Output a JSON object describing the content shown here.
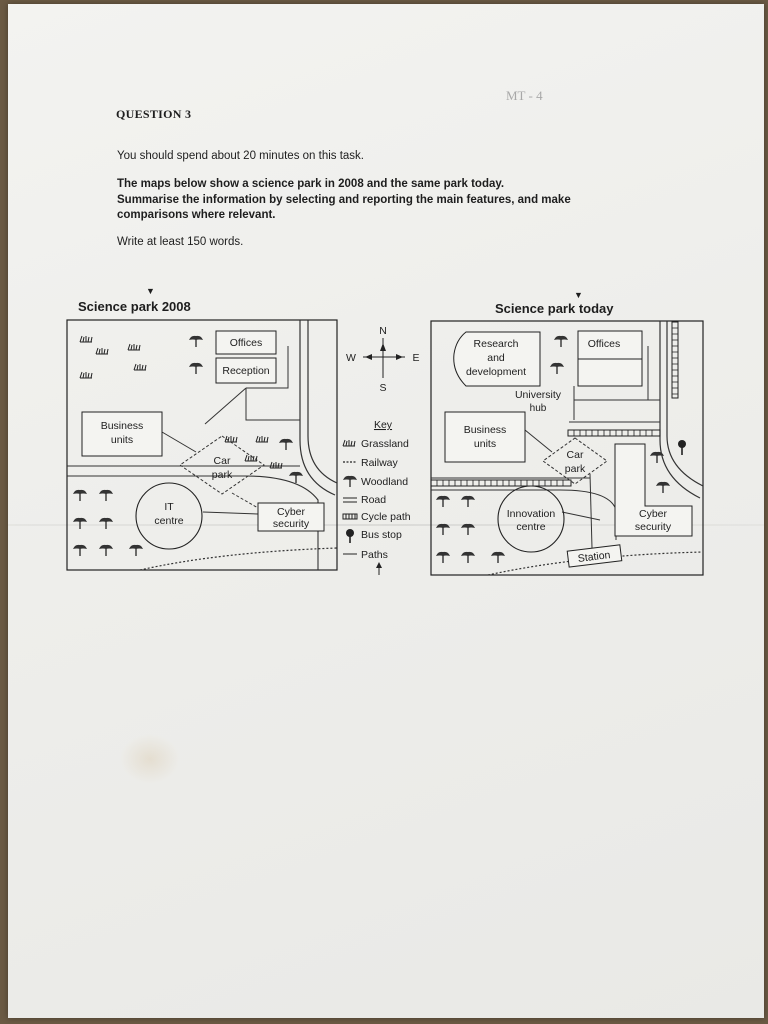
{
  "page": {
    "question_title": "QUESTION 3",
    "margin_note": "MT - 4",
    "intro_line": "You should spend about 20 minutes on this task.",
    "task_lines": [
      "The maps below show a science park in 2008 and the same park today.",
      "Summarise the information by selecting and reporting the main features, and make",
      "comparisons where relevant."
    ],
    "word_count_line": "Write at least 150 words."
  },
  "map_2008": {
    "title": "Science park  2008",
    "offices": "Offices",
    "reception": "Reception",
    "business_units": [
      "Business",
      "units"
    ],
    "car_park": [
      "Car",
      "park"
    ],
    "it_centre": [
      "IT",
      "centre"
    ],
    "cyber_security": [
      "Cyber",
      "security"
    ]
  },
  "map_today": {
    "title": "Science park today",
    "research": [
      "Research",
      "and",
      "development"
    ],
    "offices": "Offices",
    "university_hub": [
      "University",
      "hub"
    ],
    "business_units": [
      "Business",
      "units"
    ],
    "car_park": [
      "Car",
      "park"
    ],
    "innovation_centre": [
      "Innovation",
      "centre"
    ],
    "cyber_security": [
      "Cyber",
      "security"
    ],
    "station": "Station"
  },
  "compass": {
    "n": "N",
    "s": "S",
    "w": "W",
    "e": "E"
  },
  "key": {
    "title": "Key",
    "items": [
      {
        "icon": "grassland-icon",
        "label": "Grassland"
      },
      {
        "icon": "railway-icon",
        "label": "Railway"
      },
      {
        "icon": "woodland-icon",
        "label": "Woodland"
      },
      {
        "icon": "road-icon",
        "label": "Road"
      },
      {
        "icon": "cycle-path-icon",
        "label": "Cycle path"
      },
      {
        "icon": "bus-stop-icon",
        "label": "Bus stop"
      },
      {
        "icon": "paths-icon",
        "label": "Paths"
      }
    ]
  },
  "colors": {
    "paper": "#efefec",
    "ink": "#1e1e1e",
    "background": "#6b5a44"
  }
}
